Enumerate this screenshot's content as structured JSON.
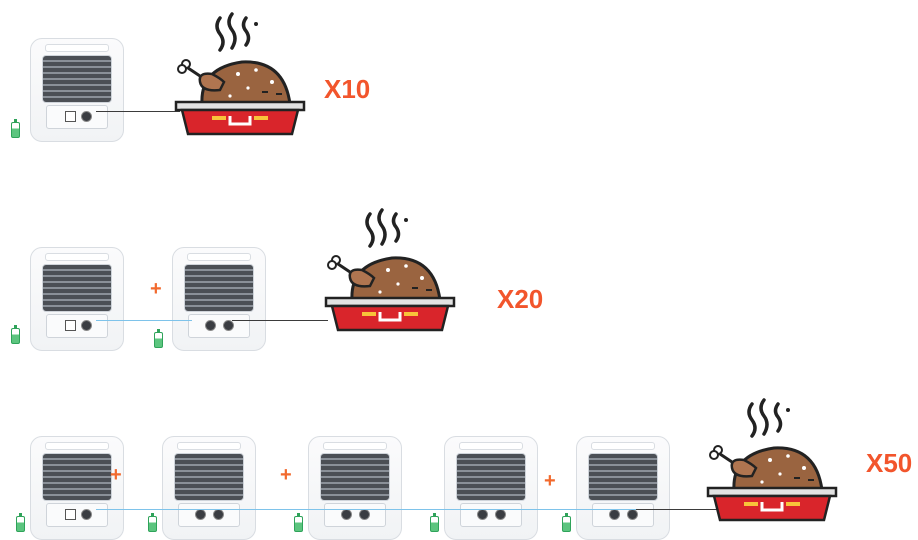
{
  "rows": [
    {
      "multiplier": "X10",
      "stations": 1
    },
    {
      "multiplier": "X20",
      "stations": 2
    },
    {
      "multiplier": "X50",
      "stations": 5
    }
  ],
  "plus_sign": "+",
  "colors": {
    "accent_orange": "#f26a2e",
    "tray_red": "#d9252b",
    "turkey_brown": "#9a6440",
    "cable_blue": "#7ec3ea",
    "battery_green": "#2fa35a"
  },
  "icons": [
    "power-station-icon",
    "battery-icon",
    "roast-turkey-icon",
    "plus-icon"
  ]
}
